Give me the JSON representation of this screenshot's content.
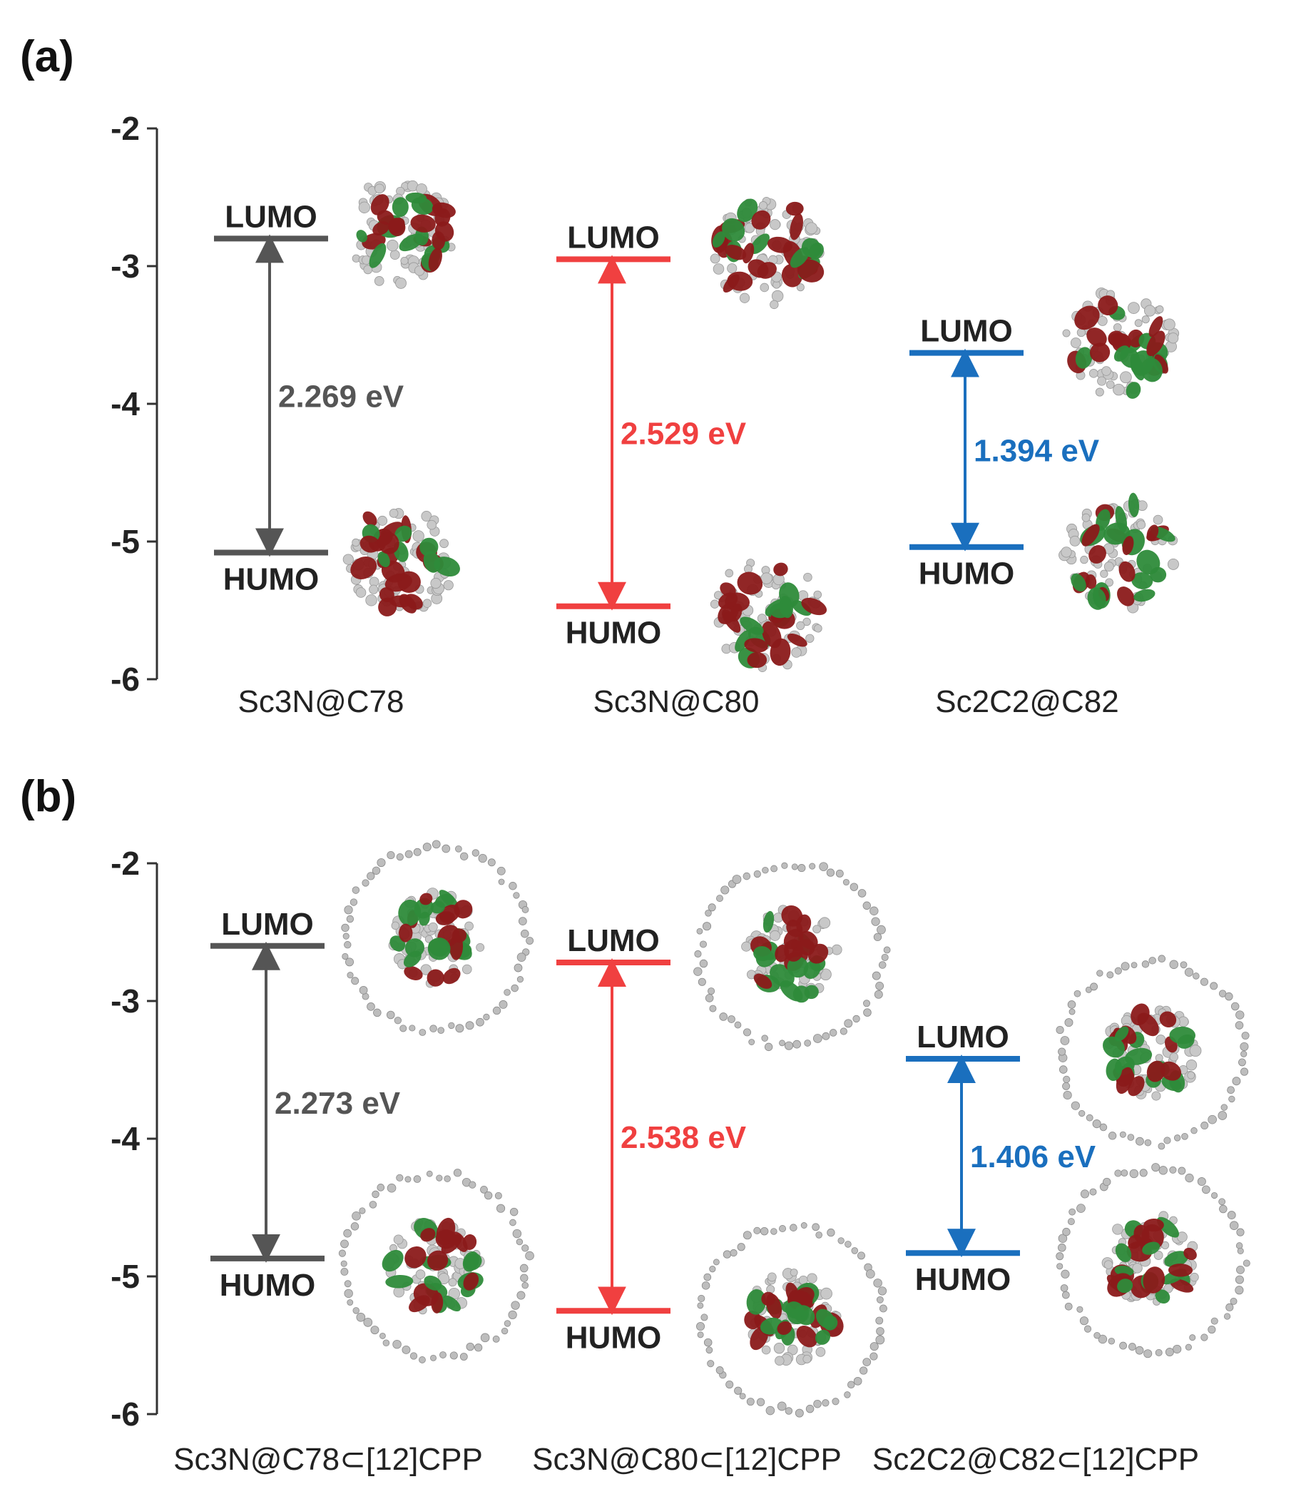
{
  "chart_data": [
    {
      "type": "energy-level-diagram",
      "panel": "(a)",
      "yrange": [
        -6,
        -2
      ],
      "yticks": [
        "-2",
        "-3",
        "-4",
        "-5",
        "-6"
      ],
      "level_labels": {
        "lumo": "LUMO",
        "homo": "HUMO"
      },
      "series": [
        {
          "name": "Sc3N@C78",
          "lumo": -2.8,
          "homo": -5.08,
          "gap": "2.269 eV",
          "color": "#555555"
        },
        {
          "name": "Sc3N@C80",
          "lumo": -2.95,
          "homo": -5.47,
          "gap": "2.529 eV",
          "color": "#f04040"
        },
        {
          "name": "Sc2C2@C82",
          "lumo": -3.63,
          "homo": -5.04,
          "gap": "1.394 eV",
          "color": "#1a6fbe"
        }
      ]
    },
    {
      "type": "energy-level-diagram",
      "panel": "(b)",
      "yrange": [
        -6,
        -2
      ],
      "yticks": [
        "-2",
        "-3",
        "-4",
        "-5",
        "-6"
      ],
      "level_labels": {
        "lumo": "LUMO",
        "homo": "HUMO"
      },
      "series": [
        {
          "name": "Sc3N@C78⊂[12]CPP",
          "lumo": -2.6,
          "homo": -4.87,
          "gap": "2.273 eV",
          "color": "#555555"
        },
        {
          "name": "Sc3N@C80⊂[12]CPP",
          "lumo": -2.72,
          "homo": -5.25,
          "gap": "2.538 eV",
          "color": "#f04040"
        },
        {
          "name": "Sc2C2@C82⊂[12]CPP",
          "lumo": -3.42,
          "homo": -4.83,
          "gap": "1.406 eV",
          "color": "#1a6fbe"
        }
      ]
    }
  ],
  "icons": {
    "molecule": "molecular-orbital-isosurface-icon",
    "ring": "cpp-nanoring-icon"
  },
  "colors": {
    "orbital_red": "#8b1a1a",
    "orbital_green": "#2e8b3a",
    "atom_gray": "#c8c8c8"
  }
}
